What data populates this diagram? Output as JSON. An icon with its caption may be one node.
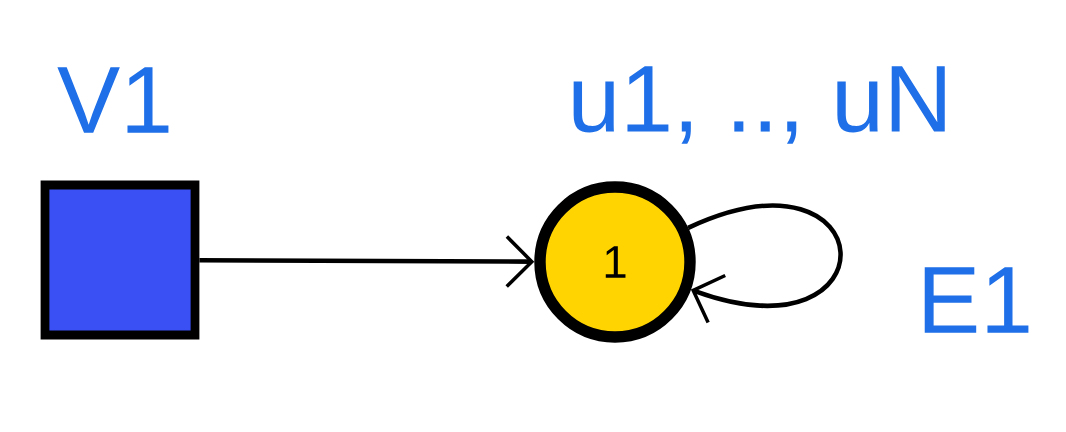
{
  "diagram": {
    "nodes": [
      {
        "text": [],
        "shape": "box",
        "beside": [
          "V1"
        ]
      },
      {
        "text": [
          "1"
        ],
        "beside": [
          "u1, .., uN"
        ]
      }
    ],
    "edges": [
      {
        "from": 0,
        "to": 1,
        "arrow": "to"
      },
      {
        "from": 1,
        "to": 1,
        "arrow": "to",
        "label": "E1"
      }
    ]
  }
}
